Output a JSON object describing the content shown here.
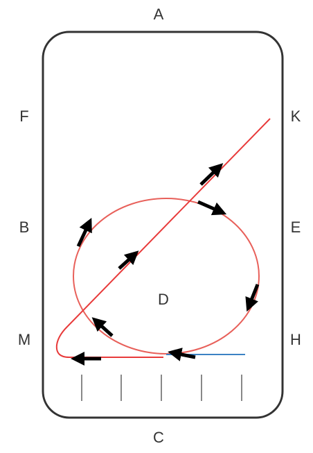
{
  "diagram": {
    "markers": {
      "top": "A",
      "bottom": "C",
      "left_upper": "F",
      "left_middle": "B",
      "left_lower": "M",
      "right_upper": "K",
      "right_middle": "E",
      "right_lower": "H",
      "center": "D"
    },
    "colors": {
      "arena_border": "#333333",
      "route": "#e83a3a",
      "circle": "#e8605a",
      "track_line": "#3b82c4",
      "arrow": "#000000",
      "quarter_lines": "#888888"
    }
  }
}
